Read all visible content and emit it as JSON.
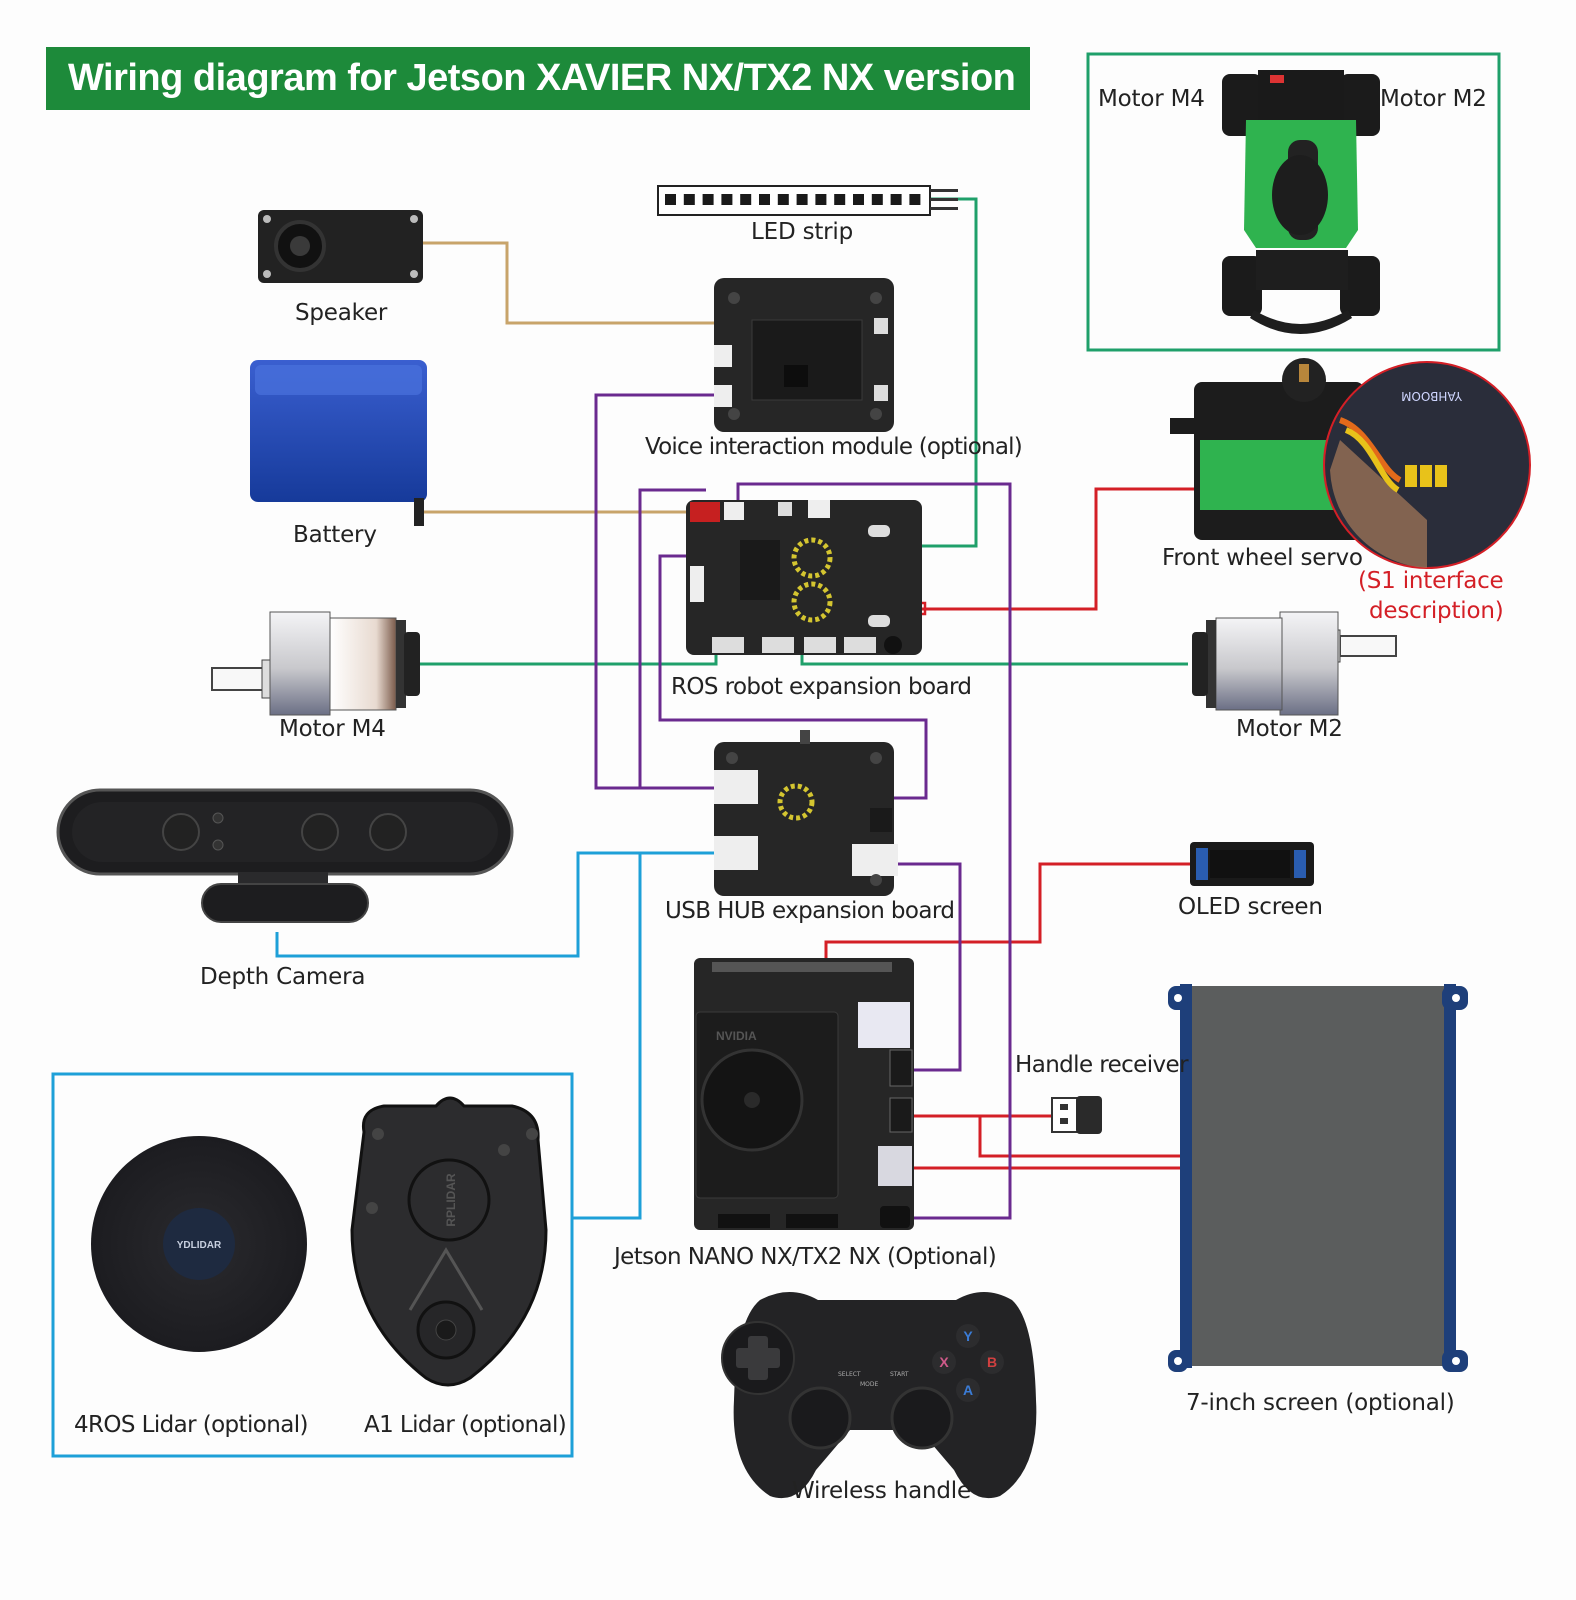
{
  "title": "Wiring diagram for Jetson XAVIER NX/TX2 NX version",
  "colors": {
    "banner": "#1d8a3a",
    "wire_green": "#1fa06a",
    "wire_purple": "#6a2a8f",
    "wire_red": "#d41f26",
    "wire_blue": "#1ea0d8",
    "wire_tan": "#c8a46a",
    "car_frame": "#1fa06a",
    "lidar_frame": "#1ea0d8"
  },
  "labels": {
    "car_motor_m4": "Motor M4",
    "car_motor_m2": "Motor M2",
    "led_strip": "LED strip",
    "speaker": "Speaker",
    "battery": "Battery",
    "voice_module": "Voice interaction module (optional)",
    "front_wheel_servo": "Front wheel servo",
    "s1_interface": "(S1 interface\ndescription)",
    "ros_board": "ROS robot expansion board",
    "motor_m4": "Motor M4",
    "motor_m2": "Motor M2",
    "depth_camera": "Depth Camera",
    "usb_hub": "USB HUB expansion board",
    "oled": "OLED screen",
    "handle_receiver": "Handle receiver",
    "jetson": "Jetson NANO NX/TX2 NX (Optional)",
    "lidar_4ros": "4ROS Lidar (optional)",
    "lidar_a1": "A1 Lidar (optional)",
    "wireless_handle": "Wireless handle",
    "screen_7inch": "7-inch screen (optional)"
  },
  "device_marks": {
    "ydlidar": "YDLIDAR",
    "rplidar": "RPLIDAR",
    "nvidia": "NVIDIA",
    "gamepad_select": "SELECT",
    "gamepad_start": "START",
    "gamepad_mode": "MODE",
    "btn_y": "Y",
    "btn_x": "X",
    "btn_b": "B",
    "btn_a": "A",
    "board_brand": "YAHBOOM"
  },
  "connections": [
    {
      "from": "Speaker",
      "to": "Voice interaction module (optional)",
      "color": "tan"
    },
    {
      "from": "Battery",
      "to": "ROS robot expansion board",
      "color": "tan"
    },
    {
      "from": "LED strip",
      "to": "ROS robot expansion board",
      "color": "green"
    },
    {
      "from": "Motor M4",
      "to": "ROS robot expansion board",
      "color": "green"
    },
    {
      "from": "Motor M2",
      "to": "ROS robot expansion board",
      "color": "green"
    },
    {
      "from": "Front wheel servo",
      "to": "ROS robot expansion board",
      "color": "red"
    },
    {
      "from": "Voice interaction module (optional)",
      "to": "USB HUB expansion board",
      "color": "purple"
    },
    {
      "from": "ROS robot expansion board",
      "to": "USB HUB expansion board",
      "color": "purple"
    },
    {
      "from": "USB HUB expansion board",
      "to": "Jetson NANO NX/TX2 NX (Optional)",
      "color": "purple"
    },
    {
      "from": "ROS robot expansion board",
      "to": "Jetson NANO NX/TX2 NX (Optional)",
      "color": "purple"
    },
    {
      "from": "Depth Camera",
      "to": "USB HUB expansion board",
      "color": "blue"
    },
    {
      "from": "Lidar",
      "to": "USB HUB expansion board",
      "color": "blue"
    },
    {
      "from": "OLED screen",
      "to": "Jetson NANO NX/TX2 NX (Optional)",
      "color": "red"
    },
    {
      "from": "Handle receiver",
      "to": "Jetson NANO NX/TX2 NX (Optional)",
      "color": "red"
    },
    {
      "from": "7-inch screen (optional)",
      "to": "Jetson NANO NX/TX2 NX (Optional)",
      "color": "red"
    }
  ]
}
